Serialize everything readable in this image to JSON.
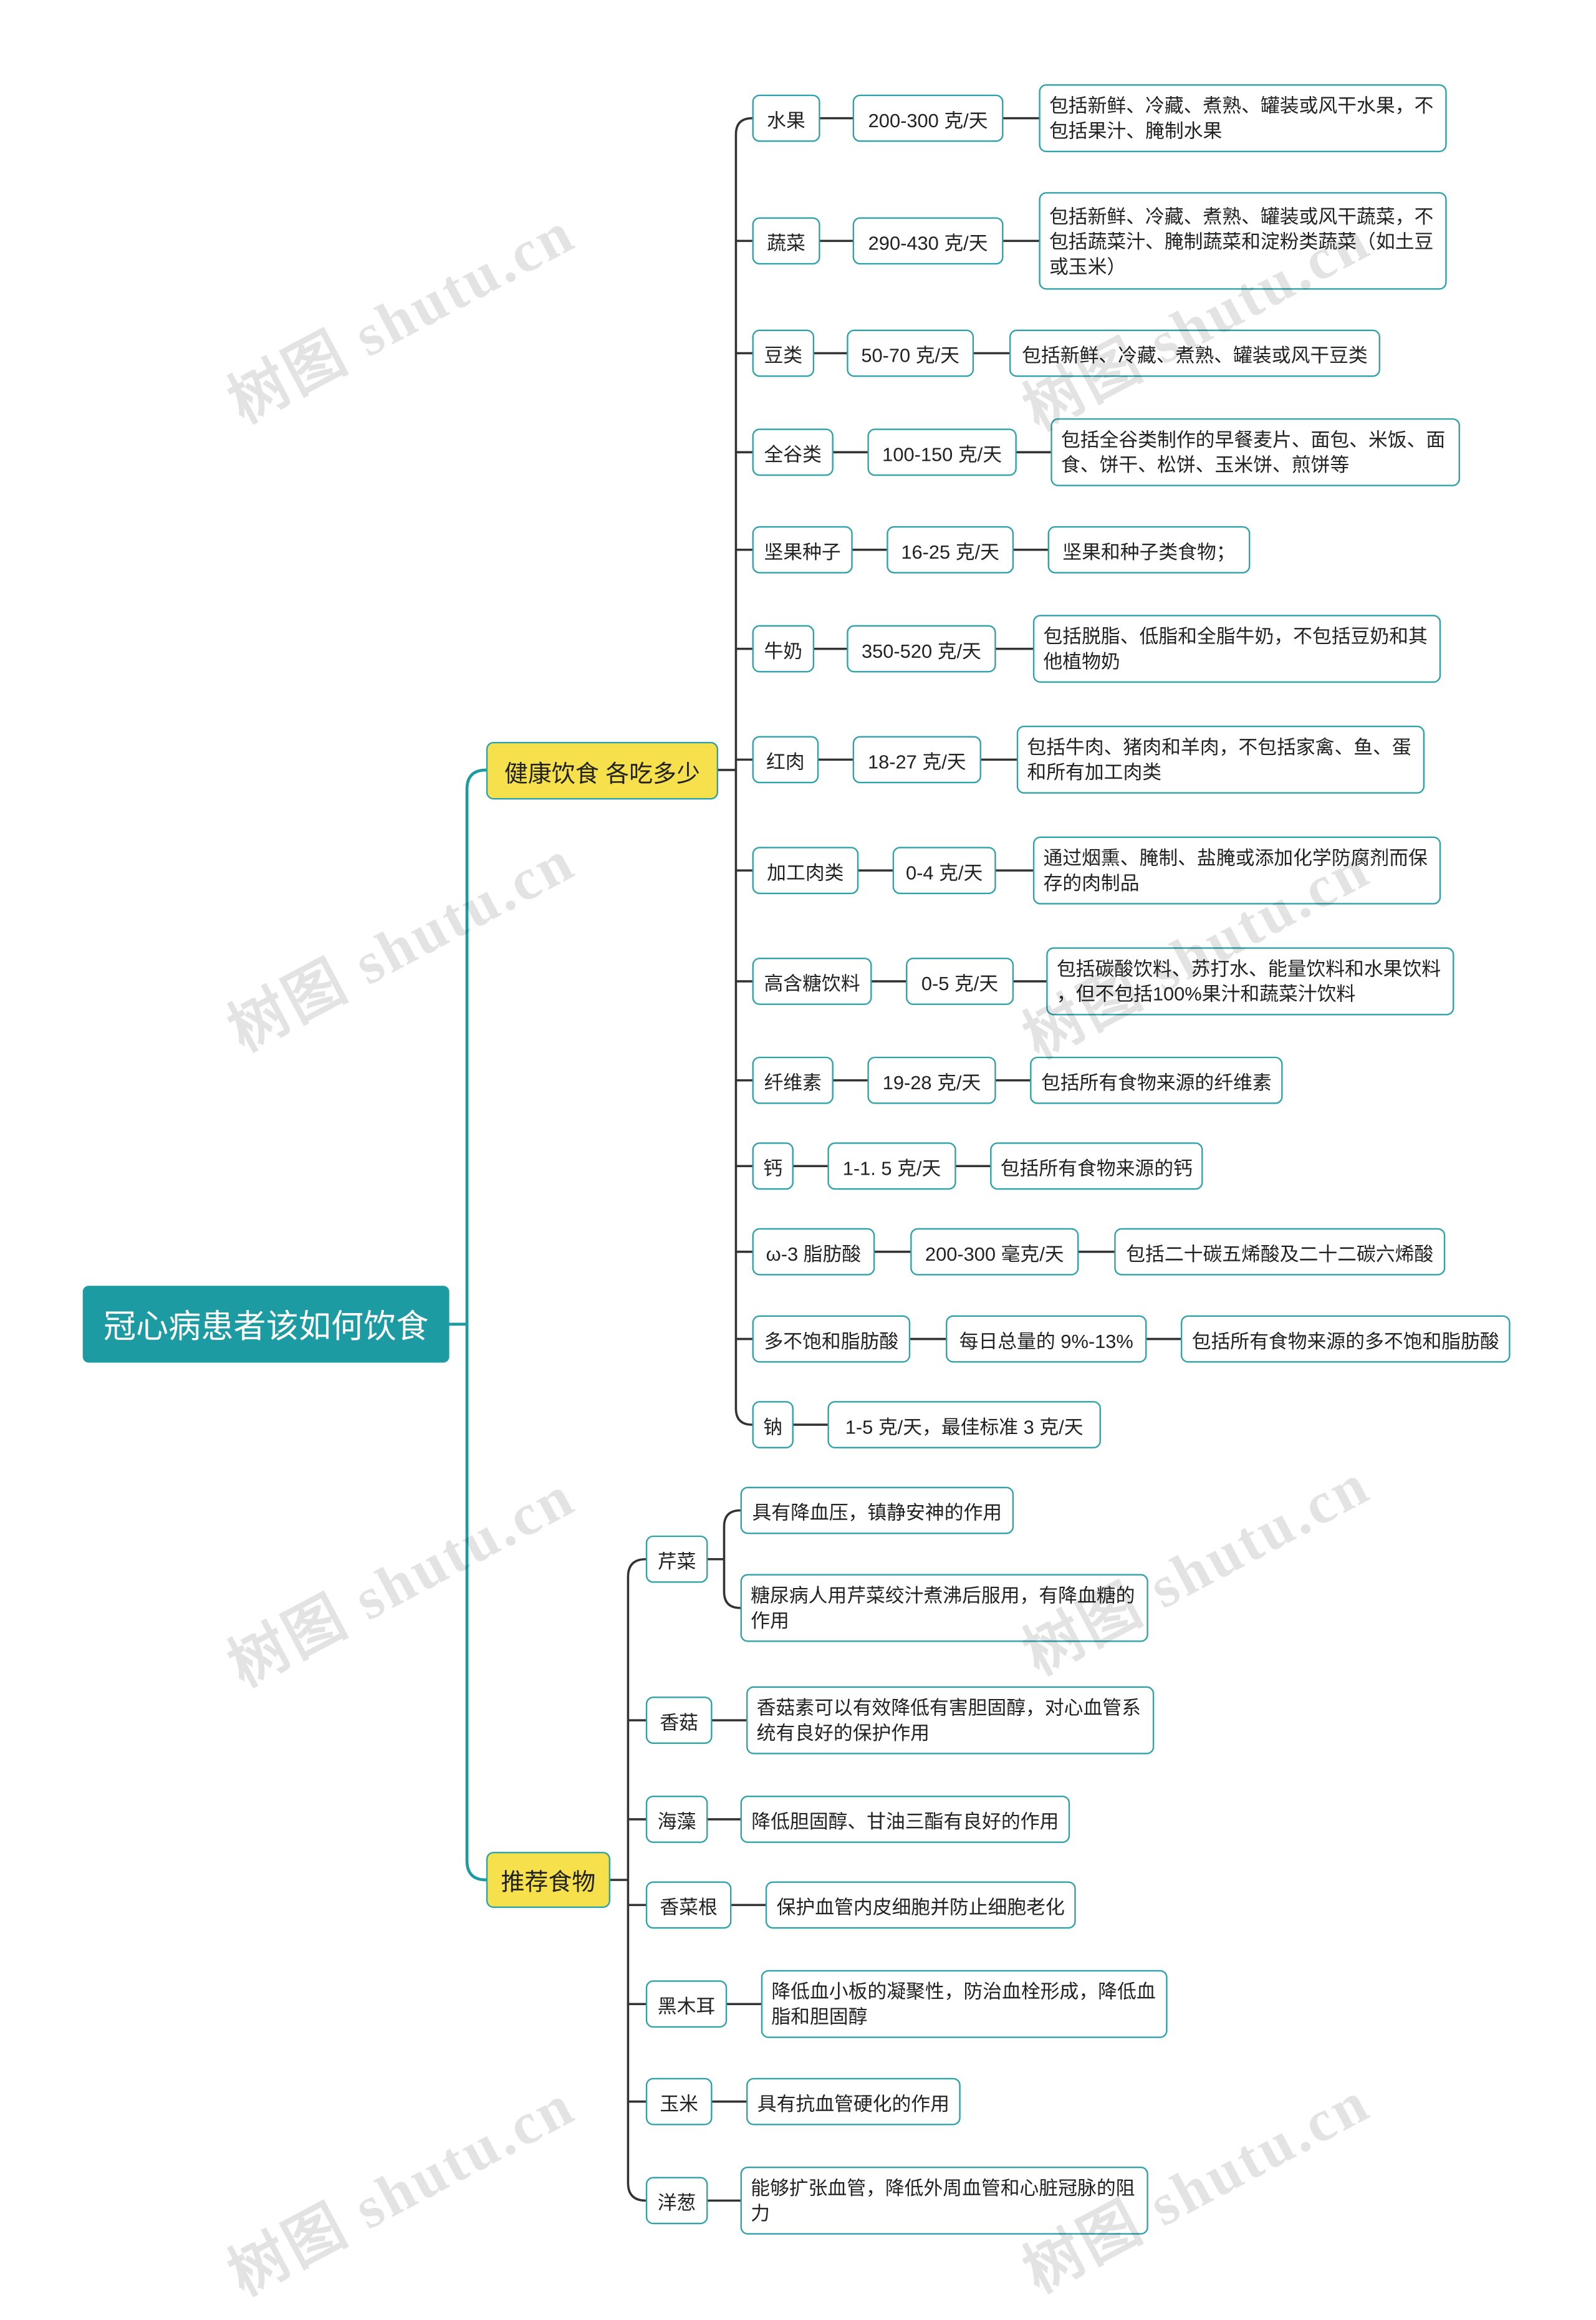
{
  "root": {
    "title": "冠心病患者该如何饮食"
  },
  "diet": {
    "label": "健康饮食 各吃多少",
    "items": [
      {
        "name": "水果",
        "amount": "200-300 克/天",
        "note": "包括新鲜、冷藏、煮熟、罐装或风干水果，不包括果汁、腌制水果"
      },
      {
        "name": "蔬菜",
        "amount": "290-430 克/天",
        "note": "包括新鲜、冷藏、煮熟、罐装或风干蔬菜，不包括蔬菜汁、腌制蔬菜和淀粉类蔬菜（如土豆或玉米）"
      },
      {
        "name": "豆类",
        "amount": "50-70 克/天",
        "note": "包括新鲜、冷藏、煮熟、罐装或风干豆类"
      },
      {
        "name": "全谷类",
        "amount": "100-150 克/天",
        "note": "包括全谷类制作的早餐麦片、面包、米饭、面食、饼干、松饼、玉米饼、煎饼等"
      },
      {
        "name": "坚果种子",
        "amount": "16-25 克/天",
        "note": "坚果和种子类食物；"
      },
      {
        "name": "牛奶",
        "amount": "350-520 克/天",
        "note": "包括脱脂、低脂和全脂牛奶，不包括豆奶和其他植物奶"
      },
      {
        "name": "红肉",
        "amount": "18-27 克/天",
        "note": "包括牛肉、猪肉和羊肉，不包括家禽、鱼、蛋和所有加工肉类"
      },
      {
        "name": "加工肉类",
        "amount": "0-4 克/天",
        "note": "通过烟熏、腌制、盐腌或添加化学防腐剂而保存的肉制品"
      },
      {
        "name": "高含糖饮料",
        "amount": "0-5 克/天",
        "note": "包括碳酸饮料、苏打水、能量饮料和水果饮料，但不包括100%果汁和蔬菜汁饮料"
      },
      {
        "name": "纤维素",
        "amount": "19-28 克/天",
        "note": "包括所有食物来源的纤维素"
      },
      {
        "name": "钙",
        "amount": "1-1. 5 克/天",
        "note": "包括所有食物来源的钙"
      },
      {
        "name": "ω-3 脂肪酸",
        "amount": "200-300 毫克/天",
        "note": "包括二十碳五烯酸及二十二碳六烯酸"
      },
      {
        "name": "多不饱和脂肪酸",
        "amount": "每日总量的 9%-13%",
        "note": "包括所有食物来源的多不饱和脂肪酸"
      },
      {
        "name": "钠",
        "amount": "1-5 克/天，最佳标准 3 克/天"
      }
    ]
  },
  "foods": {
    "label": "推荐食物",
    "items": [
      {
        "name": "芹菜",
        "notes": [
          "具有降血压，镇静安神的作用",
          "糖尿病人用芹菜绞汁煮沸后服用，有降血糖的作用"
        ]
      },
      {
        "name": "香菇",
        "notes": [
          "香菇素可以有效降低有害胆固醇，对心血管系统有良好的保护作用"
        ]
      },
      {
        "name": "海藻",
        "notes": [
          "降低胆固醇、甘油三酯有良好的作用"
        ]
      },
      {
        "name": "香菜根",
        "notes": [
          "保护血管内皮细胞并防止细胞老化"
        ]
      },
      {
        "name": "黑木耳",
        "notes": [
          "降低血小板的凝聚性，防治血栓形成，降低血脂和胆固醇"
        ]
      },
      {
        "name": "玉米",
        "notes": [
          "具有抗血管硬化的作用"
        ]
      },
      {
        "name": "洋葱",
        "notes": [
          "能够扩张血管，降低外周血管和心脏冠脉的阻力"
        ]
      }
    ]
  },
  "watermark": "树图 shutu.cn",
  "colors": {
    "root_fill": "#1c9ba2",
    "branch_fill": "#f6e14c",
    "node_border": "#2ea2a9",
    "trunk_line": "#1c9ba2",
    "connector_line": "#333333",
    "text": "#222222"
  }
}
